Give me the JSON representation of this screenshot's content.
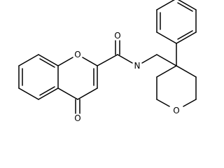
{
  "molecule": {
    "atom_labels": {
      "ring_oxygen": "O",
      "carbonyl_oxygen_ring": "O",
      "amide_oxygen": "O",
      "amide_nitrogen": "N",
      "pyran_oxygen": "O"
    },
    "bond_color": "#000000",
    "background_color": "#ffffff"
  }
}
